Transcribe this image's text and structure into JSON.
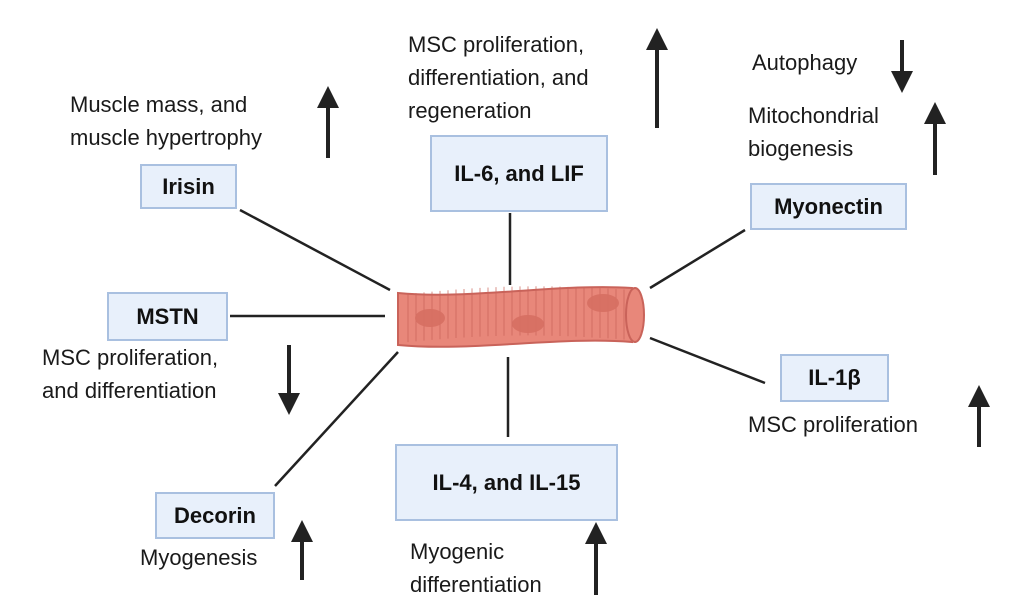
{
  "colors": {
    "box_fill": "#e8f0fb",
    "box_border": "#a9c0e0",
    "line": "#222222",
    "arrow": "#222222",
    "muscle_fill": "#e8877a",
    "muscle_stripe": "#c9635a",
    "muscle_nucleus": "#d66f62"
  },
  "center": {
    "icon": "muscle-fiber-icon"
  },
  "nodes": {
    "irisin": {
      "label": "Irisin",
      "effect": "Muscle mass, and\nmuscle hypertrophy",
      "direction": "up"
    },
    "il6": {
      "label": "IL-6, and LIF",
      "effect": "MSC proliferation,\ndifferentiation, and\nregeneration",
      "direction": "up"
    },
    "myonectin": {
      "label": "Myonectin",
      "effects": [
        {
          "text": "Autophagy",
          "direction": "down"
        },
        {
          "text": "Mitochondrial\nbiogenesis",
          "direction": "up"
        }
      ]
    },
    "mstn": {
      "label": "MSTN",
      "effect": "MSC proliferation,\nand differentiation",
      "direction": "down"
    },
    "il1b": {
      "label": "IL-1β",
      "effect": "MSC proliferation",
      "direction": "up"
    },
    "decorin": {
      "label": "Decorin",
      "effect": "Myogenesis",
      "direction": "up"
    },
    "il4": {
      "label": "IL-4, and IL-15",
      "effect": "Myogenic\ndifferentiation",
      "direction": "up"
    }
  }
}
